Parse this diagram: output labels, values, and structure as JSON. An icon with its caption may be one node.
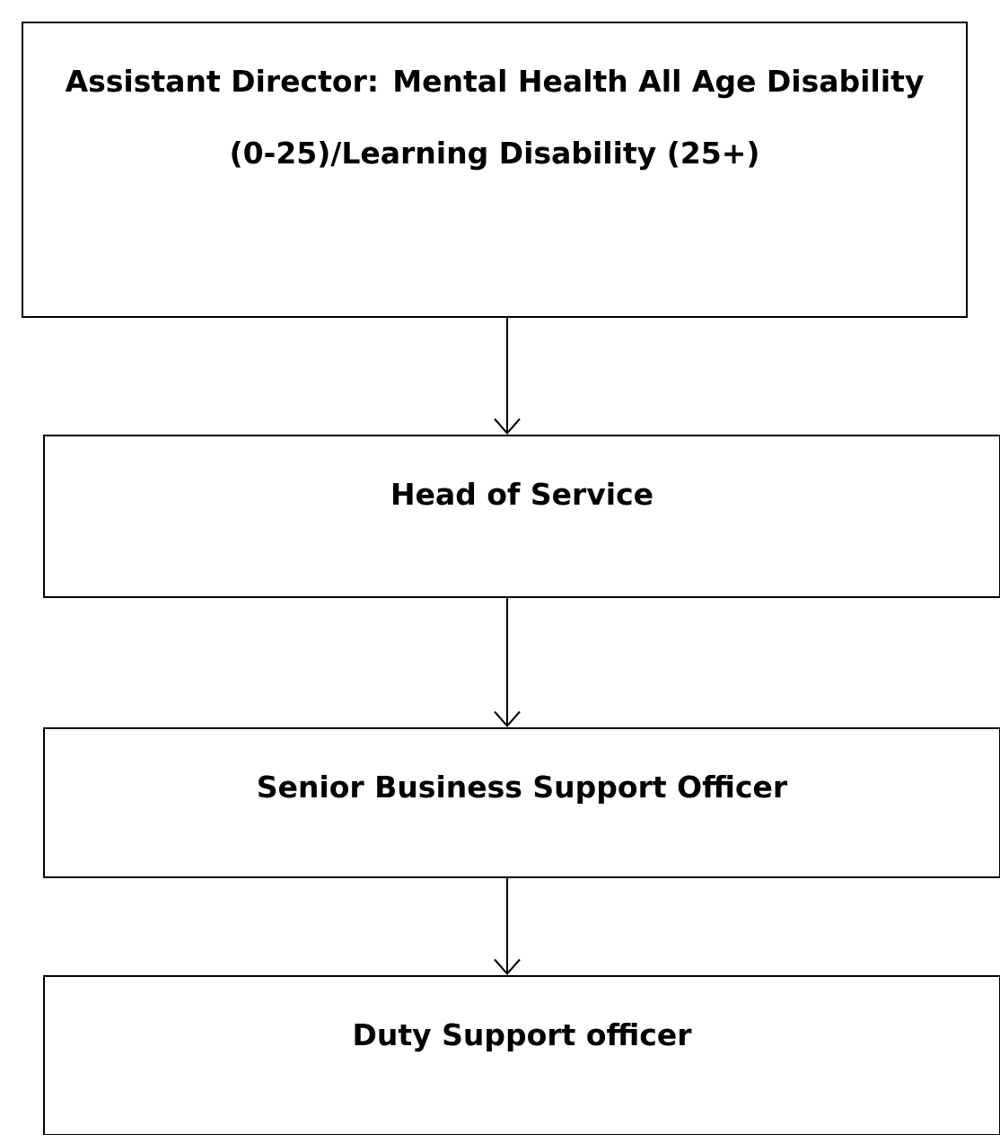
{
  "diagram": {
    "nodes": [
      {
        "text": [
          "Assistant Director: Mental Health All Age Disability (0-25)/Learning Disability (25+)"
        ]
      },
      {
        "text": [
          "Head of Service"
        ]
      },
      {
        "text": [
          "Senior Business Support Officer"
        ]
      },
      {
        "text": [
          "Duty Support officer"
        ]
      }
    ],
    "edges": [
      {
        "from": 0,
        "to": 1,
        "arrow": "to"
      },
      {
        "from": 1,
        "to": 2,
        "arrow": "to"
      },
      {
        "from": 2,
        "to": 3,
        "arrow": "to"
      }
    ]
  }
}
